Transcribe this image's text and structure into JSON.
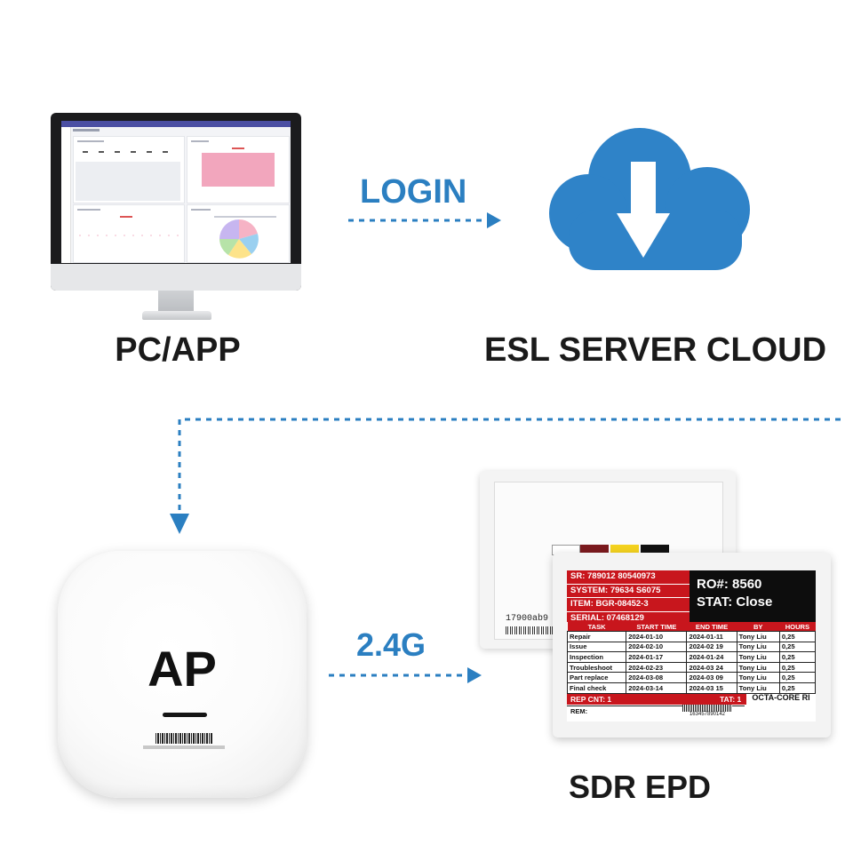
{
  "nodes": {
    "pc": {
      "caption": "PC/APP"
    },
    "cloud": {
      "caption": "ESL SERVER CLOUD"
    },
    "ap": {
      "caption": "AP",
      "device_label": "AP"
    },
    "epd": {
      "caption": "SDR EPD",
      "back_device_id": "17900ab9"
    }
  },
  "flows": {
    "login": "LOGIN",
    "wireless": "2.4G"
  },
  "colors": {
    "accent_blue": "#2b7fc1",
    "cloud_blue": "#2f83c8",
    "epd_red": "#c8161d",
    "epd_black": "#0d0d0d"
  },
  "icons": {
    "cloud": "cloud-download-icon"
  },
  "epd_screen": {
    "info_lines": [
      "SR: 789012  80540973",
      "SYSTEM: 79634  S6075",
      "ITEM: BGR-08452-3",
      "SERIAL: 07468129"
    ],
    "ro": "RO#: 8560",
    "stat": "STAT: Close",
    "columns": [
      "TASK",
      "START TIME",
      "END TIME",
      "BY",
      "HOURS"
    ],
    "rows": [
      [
        "Repair",
        "2024-01-10",
        "2024-01-11",
        "Tony Liu",
        "0,25"
      ],
      [
        "Issue",
        "2024-02-10",
        "2024-02 19",
        "Tony Liu",
        "0,25"
      ],
      [
        "Inspection",
        "2024-01-17",
        "2024-01-24",
        "Tony Liu",
        "0,25"
      ],
      [
        "Troubleshoot",
        "2024-02-23",
        "2024-03 24",
        "Tony Liu",
        "0,25"
      ],
      [
        "Part replace",
        "2024-03-08",
        "2024-03 09",
        "Tony Liu",
        "0,25"
      ],
      [
        "Final check",
        "2024-03-14",
        "2024-03 15",
        "Tony Liu",
        "0,25"
      ]
    ],
    "rep_cnt": "REP CNT: 1",
    "tat": "TAT: 1",
    "octa_core": "OCTA-CORE RI",
    "rem": "REM:",
    "barcode": "163457890142"
  }
}
